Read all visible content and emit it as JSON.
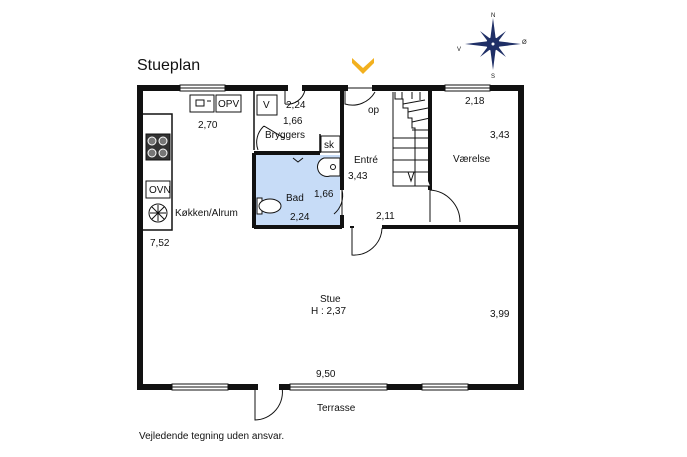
{
  "title": "Stueplan",
  "footer_note": "Vejledende tegning uden ansvar.",
  "compass": {
    "n": "N",
    "s": "S",
    "v": "V",
    "o": "Ø"
  },
  "rooms": {
    "koekken": "Køkken/Alrum",
    "bryggers": "Bryggers",
    "bad": "Bad",
    "entre": "Entré",
    "vaerelse": "Værelse",
    "stue": "Stue",
    "stue_height": "H : 2,37",
    "terrasse": "Terrasse"
  },
  "fixtures": {
    "opv": "OPV",
    "ovn": "OVN",
    "v": "V",
    "sk": "sk",
    "stair_op": "op"
  },
  "dimensions": {
    "koekken_width": "2,70",
    "koekken_depth": "7,52",
    "bryggers_width": "2,24",
    "bryggers_depth": "1,66",
    "bad_width": "2,24",
    "bad_depth": "1,66",
    "entre_depth": "3,43",
    "entre_width": "2,11",
    "vaerelse_width": "2,18",
    "vaerelse_depth": "3,43",
    "stue_depth": "3,99",
    "total_width": "9,50"
  },
  "colors": {
    "wall": "#111111",
    "bath_fill": "#c7dcf7",
    "entrance_marker": "#f2b01e",
    "compass_blue": "#1f2f66"
  }
}
